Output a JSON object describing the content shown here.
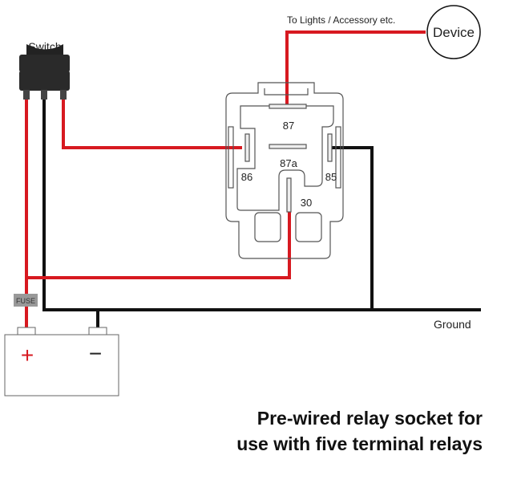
{
  "labels": {
    "switch": "Switch",
    "device": "Device",
    "to_lights": "To Lights / Accessory etc.",
    "fuse": "FUSE",
    "ground": "Ground",
    "battery_plus": "+",
    "battery_minus": "−"
  },
  "relay": {
    "pins": {
      "p87": "87",
      "p87a": "87a",
      "p86": "86",
      "p85": "85",
      "p30": "30"
    }
  },
  "caption": {
    "line1": "Pre-wired relay socket for",
    "line2": "use with five terminal relays"
  },
  "colors": {
    "positive_wire": "#d71920",
    "ground_wire": "#111111",
    "outline": "#555555",
    "fuse_bg": "#999999"
  }
}
